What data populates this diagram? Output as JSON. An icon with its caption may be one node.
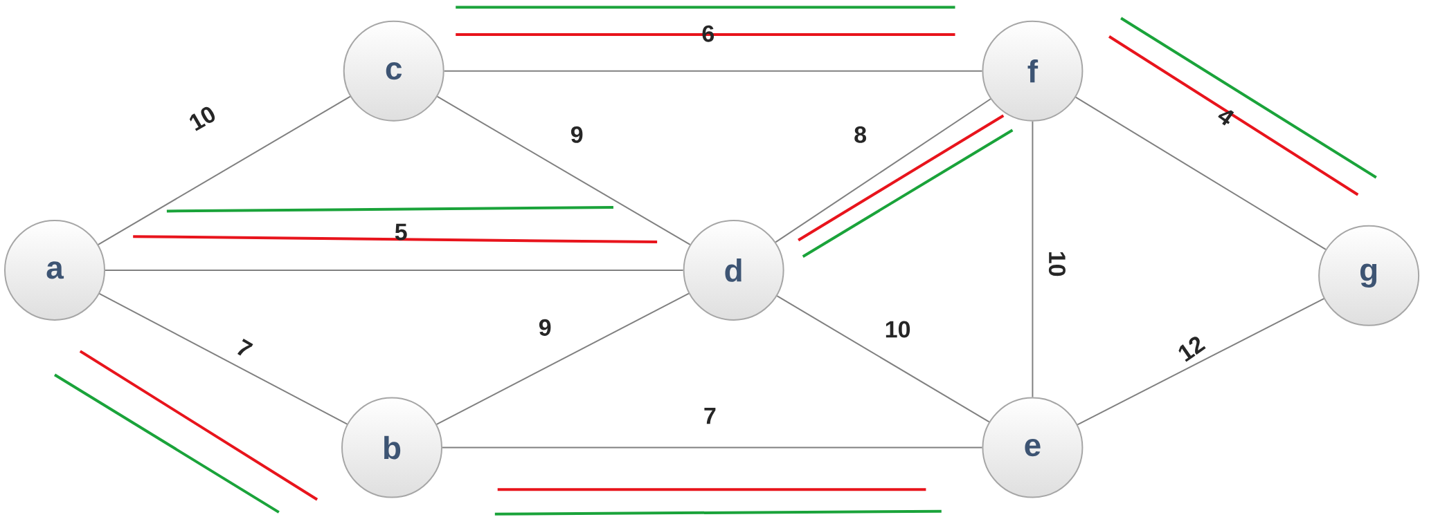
{
  "diagram": {
    "nodes": [
      {
        "text": [
          "a"
        ]
      },
      {
        "text": [
          "c"
        ]
      },
      {
        "text": [
          "b"
        ]
      },
      {
        "text": [
          "d"
        ]
      },
      {
        "text": [
          "f"
        ]
      },
      {
        "text": [
          "e"
        ]
      },
      {
        "text": [
          "g"
        ]
      }
    ],
    "edges": [
      {
        "from": 0,
        "to": 1,
        "arrow": "none",
        "label": "10"
      },
      {
        "from": 0,
        "to": 3,
        "arrow": "none",
        "label": "5"
      },
      {
        "from": 0,
        "to": 2,
        "arrow": "none",
        "label": "7"
      },
      {
        "from": 1,
        "to": 4,
        "arrow": "none",
        "label": "6"
      },
      {
        "from": 1,
        "to": 3,
        "arrow": "none",
        "label": "9"
      },
      {
        "from": 2,
        "to": 3,
        "arrow": "none",
        "label": "9"
      },
      {
        "from": 2,
        "to": 5,
        "arrow": "none",
        "label": "7"
      },
      {
        "from": 3,
        "to": 4,
        "arrow": "none",
        "label": "8"
      },
      {
        "from": 3,
        "to": 5,
        "arrow": "none",
        "label": "10"
      },
      {
        "from": 4,
        "to": 5,
        "arrow": "none",
        "label": "10"
      },
      {
        "from": 4,
        "to": 6,
        "arrow": "none",
        "label": "4"
      },
      {
        "from": 5,
        "to": 6,
        "arrow": "none",
        "label": "12"
      }
    ]
  }
}
